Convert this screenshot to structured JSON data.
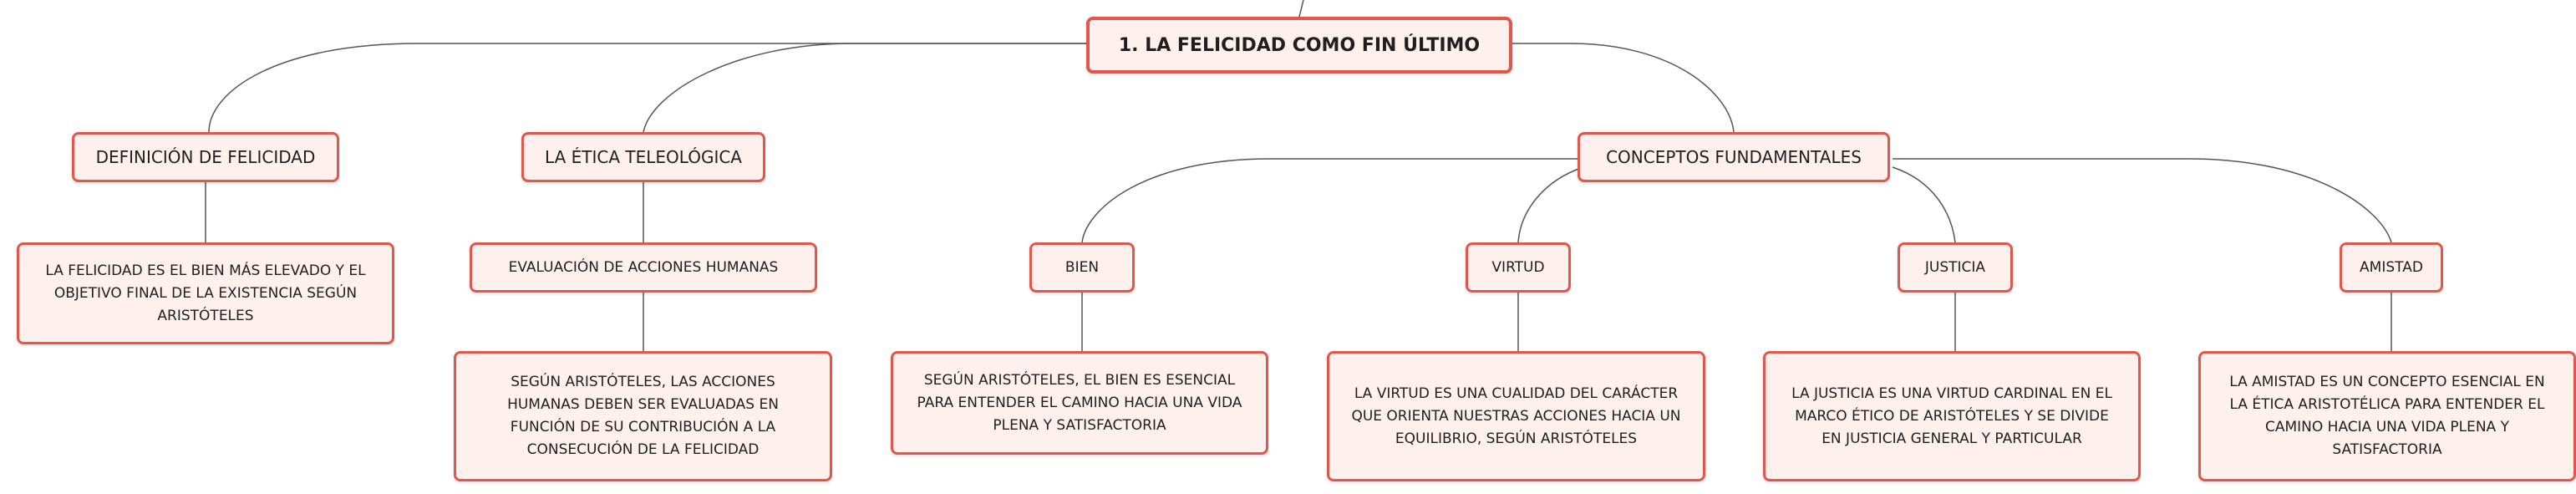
{
  "diagram": {
    "root": {
      "label": "1. LA FELICIDAD COMO FIN ÚLTIMO"
    },
    "definicion": {
      "label": "DEFINICIÓN DE FELICIDAD",
      "leaf": "LA FELICIDAD ES EL BIEN MÁS ELEVADO Y EL OBJETIVO FINAL DE LA EXISTENCIA SEGÚN ARISTÓTELES"
    },
    "etica": {
      "label": "LA ÉTICA TELEOLÓGICA",
      "sub": "EVALUACIÓN DE ACCIONES HUMANAS",
      "leaf": "SEGÚN ARISTÓTELES, LAS ACCIONES HUMANAS DEBEN SER EVALUADAS EN FUNCIÓN DE SU CONTRIBUCIÓN A LA CONSECUCIÓN DE LA FELICIDAD"
    },
    "conceptos": {
      "label": "CONCEPTOS FUNDAMENTALES",
      "bien": {
        "label": "BIEN",
        "leaf": "SEGÚN ARISTÓTELES, EL BIEN ES ESENCIAL PARA ENTENDER EL CAMINO HACIA UNA VIDA PLENA Y SATISFACTORIA"
      },
      "virtud": {
        "label": "VIRTUD",
        "leaf": "LA VIRTUD ES UNA CUALIDAD DEL CARÁCTER QUE ORIENTA NUESTRAS ACCIONES HACIA UN EQUILIBRIO, SEGÚN ARISTÓTELES"
      },
      "justicia": {
        "label": "JUSTICIA",
        "leaf": "LA JUSTICIA ES UNA VIRTUD CARDINAL EN EL MARCO ÉTICO DE ARISTÓTELES Y SE DIVIDE EN JUSTICIA GENERAL Y PARTICULAR"
      },
      "amistad": {
        "label": "AMISTAD",
        "leaf": "LA AMISTAD ES UN CONCEPTO ESENCIAL EN LA ÉTICA ARISTOTÉLICA PARA ENTENDER EL CAMINO HACIA UNA VIDA PLENA Y SATISFACTORIA"
      }
    }
  }
}
